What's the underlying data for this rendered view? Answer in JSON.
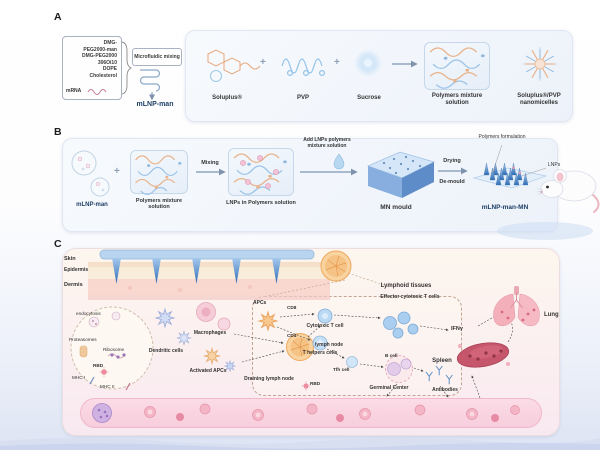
{
  "figure": {
    "panel_a_label": "A",
    "panel_b_label": "B",
    "panel_c_label": "C"
  },
  "a": {
    "components": [
      "DMG-",
      "PEG2000-man",
      "DMG-PEG2000",
      "306Oi10",
      "DOPE",
      "Cholesterol"
    ],
    "mrna": "mRNA",
    "microfluidic": "Microfluidic mixing",
    "product": "mLNP-man",
    "soluplus": "Soluplus®",
    "plus": "+",
    "pvp": "PVP",
    "sucrose": "Sucrose",
    "mixture": "Polymers mixture solution",
    "micelles": "Soluplus®/PVP nanomicelles"
  },
  "b": {
    "lnp": "mLNP-man",
    "plus": "+",
    "mixture": "Polymers mixture solution",
    "mixing": "Mixing",
    "lnps_solution": "LNPs in Polymers solution",
    "add_step": "Add LNPs polymers mixture solution",
    "mould": "MN mould",
    "drying": "Drying",
    "demould": "De-mould",
    "polymers_formulation": "Polymers formulation",
    "lnps": "LNPs",
    "product": "mLNP-man-MN"
  },
  "c": {
    "skin": "Skin",
    "epidermis": "Epidermis",
    "dermis": "Dermis",
    "endocytosis": "endocytosis",
    "proteasomes": "Proteasomes",
    "ribosome": "Ribosome",
    "rbd_cell": "RBD",
    "mhc1": "MHC I",
    "mhc2": "MHC II",
    "dendritic": "Dendritic cells",
    "macrophages": "Macrophages",
    "activated": "Activated APCs",
    "lymph_node": "lymph node",
    "draining": "Draining lymph node",
    "lymphoid_title": "Lymphoid tissues",
    "apcs": "APCs",
    "cd8": "CD8",
    "cytotoxic": "Cytotoxic T cell",
    "effector": "Effector cytotoxic T cells",
    "cd4": "CD4",
    "t_helpers": "T helpers cells",
    "tfh": "Tfh cell",
    "b_cell": "B cell",
    "germinal": "Germinal Center",
    "rbd": "RBD",
    "antibodies": "Antibodies",
    "ifn": "IFNγ",
    "spleen": "Spleen",
    "lung": "Lung"
  },
  "colors": {
    "accent_blue": "#3a74bc",
    "needle_blue": "#4a86c8",
    "node_orange": "#f0a860",
    "soluplus_orange": "#e8a87c",
    "pvp_blue": "#90c2e8",
    "vessel_pink": "#f8cfdc",
    "spleen_red": "#c4556a"
  }
}
